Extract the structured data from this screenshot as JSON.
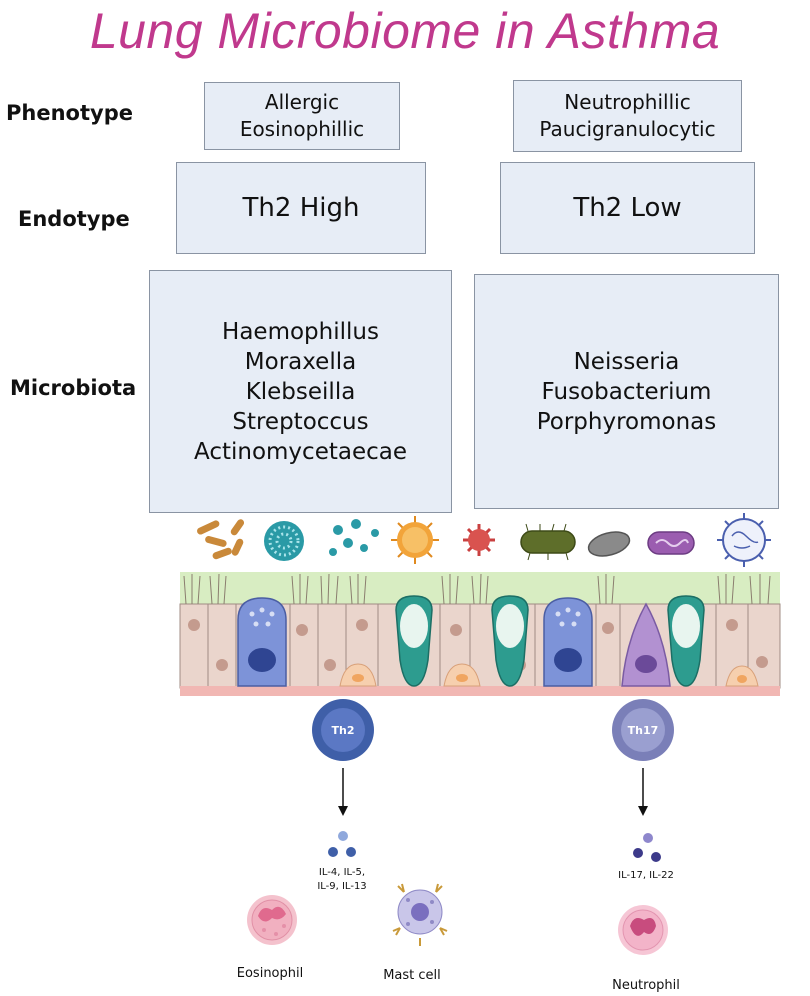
{
  "title": "Lung Microbiome in Asthma",
  "row_labels": {
    "phenotype": "Phenotype",
    "endotype": "Endotype",
    "microbiota": "Microbiota"
  },
  "left": {
    "phenotype": [
      "Allergic",
      "Eosinophillic"
    ],
    "endotype": "Th2 High",
    "microbiota": [
      "Haemophillus",
      "Moraxella",
      "Klebseilla",
      "Streptoccus",
      "Actinomycetaecae"
    ],
    "t_cell": "Th2",
    "cytokines": [
      "IL-4, IL-5,",
      "IL-9, IL-13"
    ],
    "cells": [
      "Eosinophil",
      "Mast cell"
    ]
  },
  "right": {
    "phenotype": [
      "Neutrophillic",
      "Paucigranulocytic"
    ],
    "endotype": "Th2 Low",
    "microbiota": [
      "Neisseria",
      "Fusobacterium",
      "Porphyromonas"
    ],
    "t_cell": "Th17",
    "cytokines": [
      "IL-17, IL-22"
    ],
    "cells": [
      "Neutrophil"
    ]
  },
  "colors": {
    "title": "#c0398d",
    "box_fill": "#e7edf6",
    "box_border": "#8a94a3",
    "th2": "#3f5fa8",
    "th17": "#7a7fb8"
  }
}
